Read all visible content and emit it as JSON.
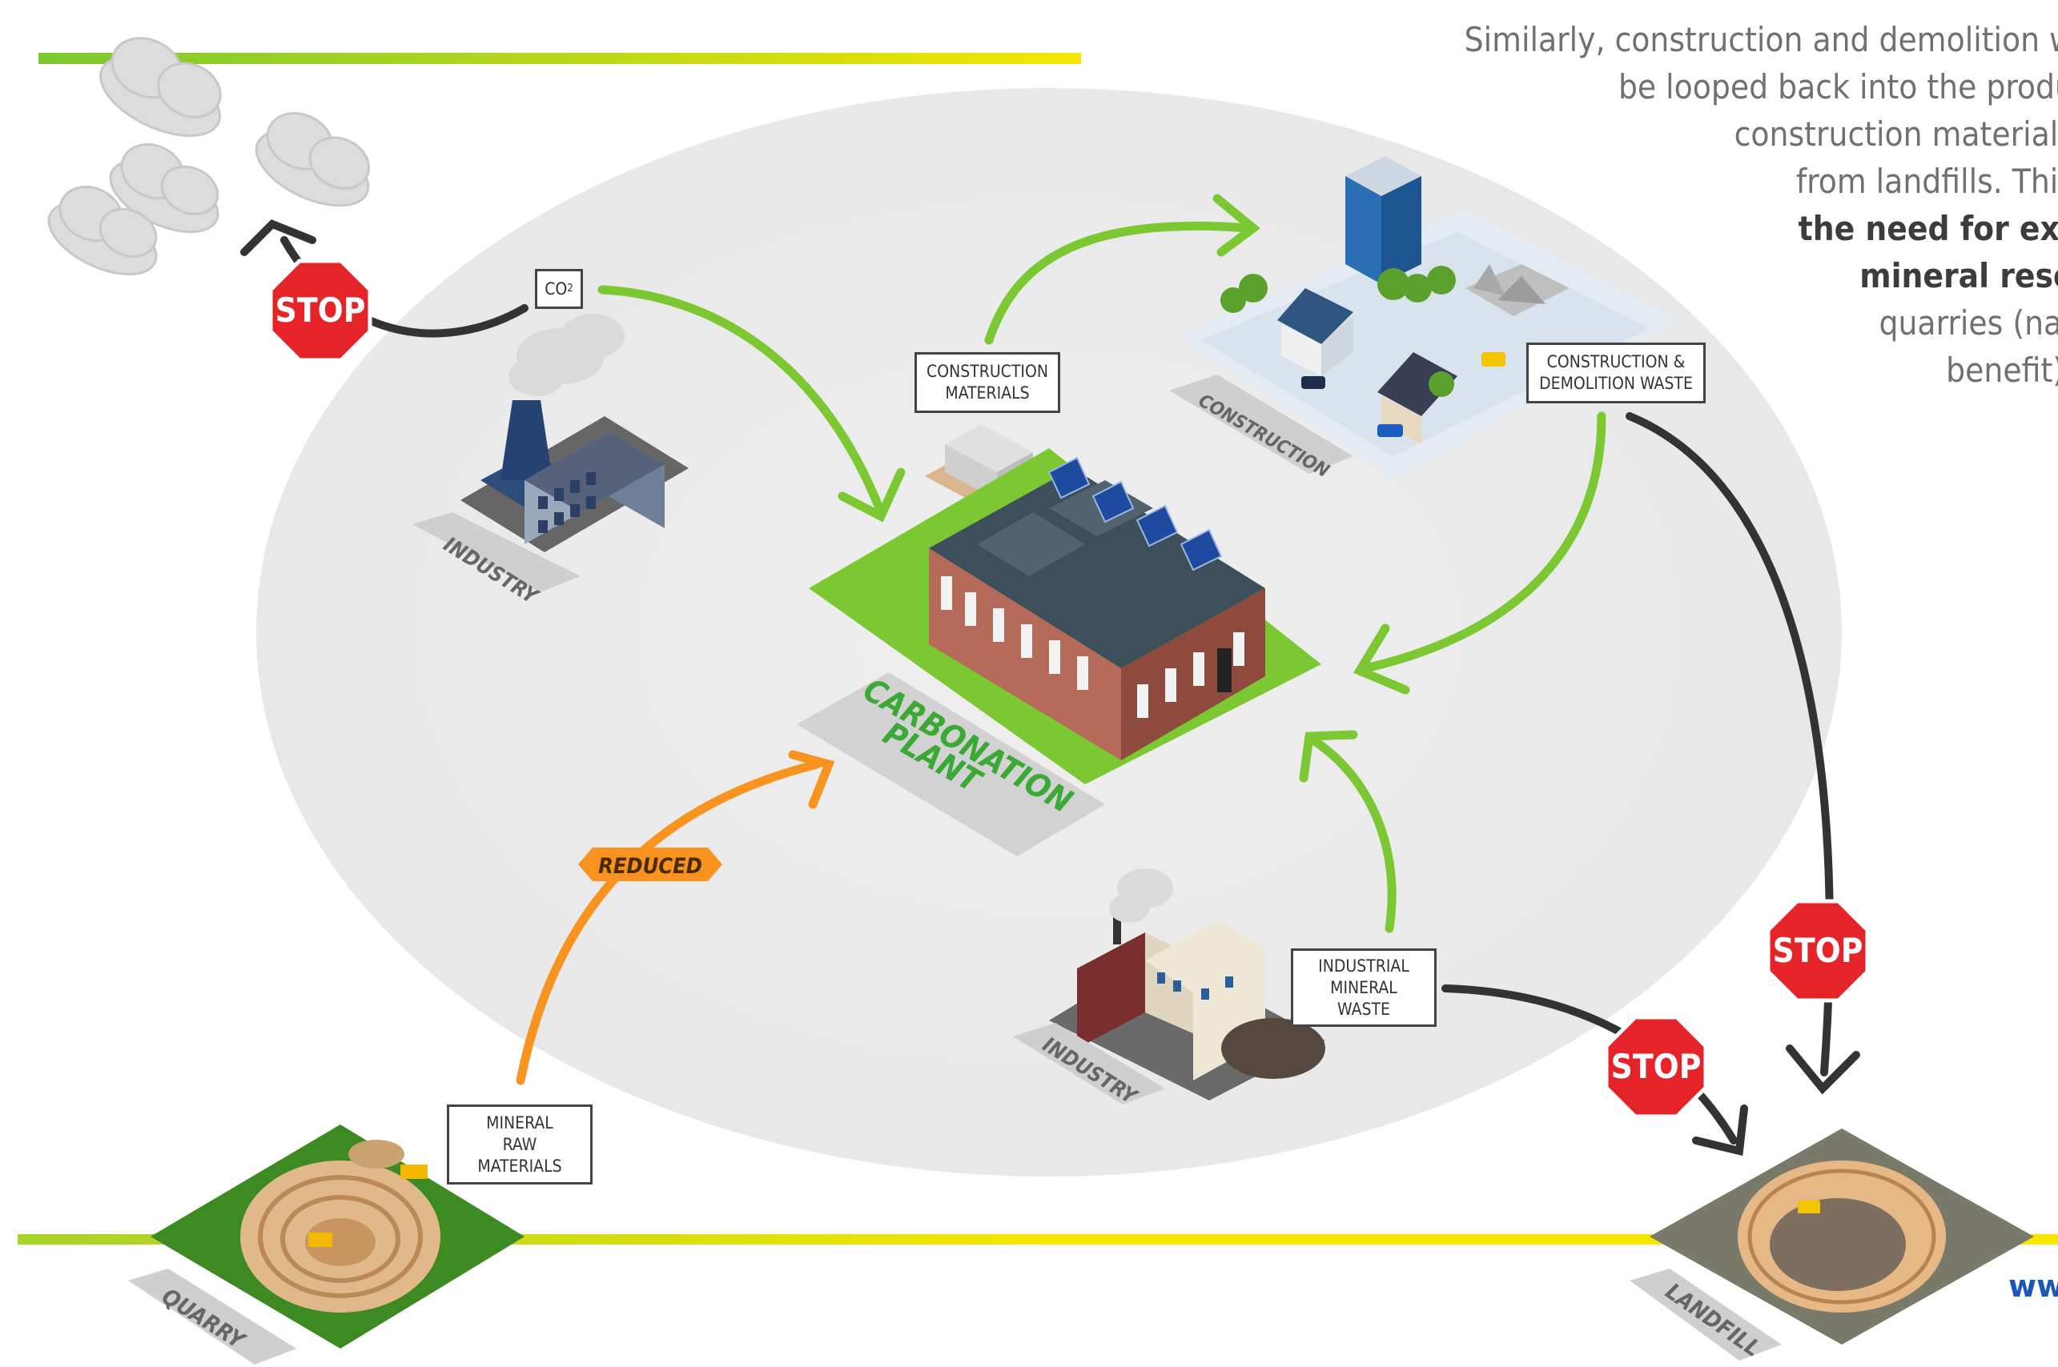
{
  "intro_lines": [
    {
      "text": "Similarly, construction and demolition w",
      "bold": false
    },
    {
      "text": "be looped back into the produ",
      "bold": false
    },
    {
      "text": "construction  materials",
      "bold": false
    },
    {
      "text": "from  landfills.  This",
      "bold": false
    },
    {
      "text": "the need for ext",
      "bold": true
    },
    {
      "text": "mineral    reso",
      "bold": true
    },
    {
      "text": "quarries (nat",
      "bold": false
    },
    {
      "text": "benefit).",
      "bold": false
    }
  ],
  "url_fragment": "ww",
  "labels": {
    "co2": "CO",
    "co2_sub": "2",
    "construction_materials": "CONSTRUCTION\nMATERIALS",
    "cd_waste": "CONSTRUCTION &\nDEMOLITION WASTE",
    "industrial_waste": "INDUSTRIAL\nMINERAL\nWASTE",
    "mineral_raw": "MINERAL\nRAW\nMATERIALS"
  },
  "plates": {
    "industry_top": "INDUSTRY",
    "construction": "CONSTRUCTION",
    "industry_bottom": "INDUSTRY",
    "quarry": "QUARRY",
    "landfill": "LANDFILL"
  },
  "center_title": [
    "CARBONATION",
    "PLANT"
  ],
  "reduced": "REDUCED",
  "stop_text": "STOP",
  "colors": {
    "green_arrow": "#7cc832",
    "dark_arrow": "#333333",
    "orange_arrow": "#f7931e",
    "stop_red": "#e5242a",
    "ellipse": "#ececec",
    "plant_green": "#7cc832",
    "carbonation_text": "#3aa935"
  }
}
